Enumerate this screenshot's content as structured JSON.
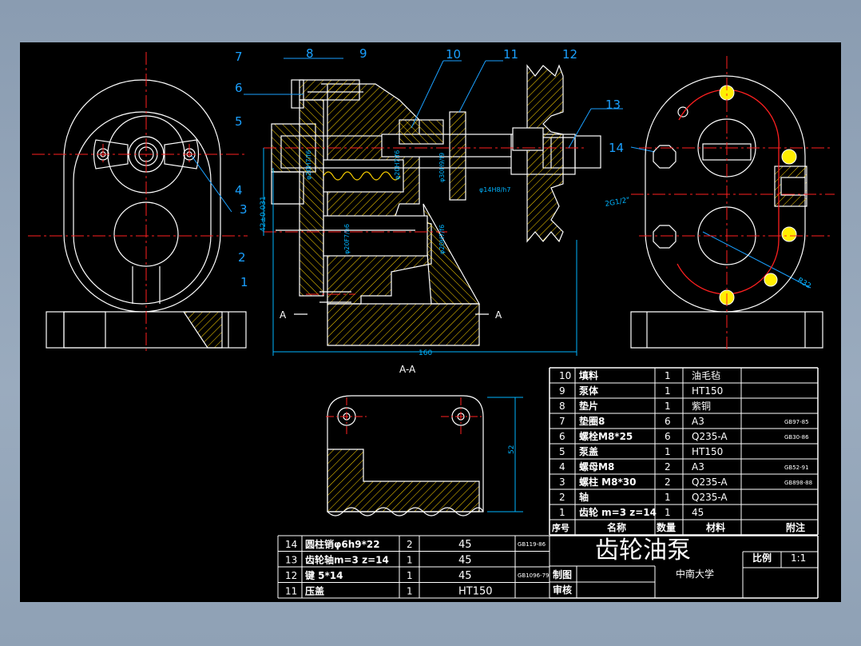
{
  "drawing": {
    "title": "齿轮油泵",
    "school": "中南大学",
    "scale_label": "比例",
    "scale_value": "1:1",
    "drawn_label": "制图",
    "checked_label": "审核",
    "section_label": "A-A",
    "section_mark": "A",
    "dim_160": "160",
    "dim_52": "52",
    "dim_42": "42±0.031",
    "dim_rc": "2G1/2\"",
    "dim_r32": "R32",
    "fits": [
      "φ20H7/f6",
      "φ20H7/f6",
      "φ30H9/f9",
      "φ14H8/h7",
      "φ20F7/h6",
      "φ20H7/f6"
    ]
  },
  "balloons": [
    "1",
    "2",
    "3",
    "4",
    "5",
    "6",
    "7",
    "8",
    "9",
    "10",
    "11",
    "12",
    "13",
    "14"
  ],
  "bom_header": {
    "no": "序号",
    "name": "名称",
    "qty": "数量",
    "material": "材料",
    "note": "附注"
  },
  "bom_upper": [
    {
      "no": "10",
      "name": "填料",
      "qty": "1",
      "material": "油毛毡",
      "note": ""
    },
    {
      "no": "9",
      "name": "泵体",
      "qty": "1",
      "material": "HT150",
      "note": ""
    },
    {
      "no": "8",
      "name": "垫片",
      "qty": "1",
      "material": "紫铜",
      "note": ""
    },
    {
      "no": "7",
      "name": "垫圈8",
      "qty": "6",
      "material": "A3",
      "note": "GB97-85"
    },
    {
      "no": "6",
      "name": "螺栓M8*25",
      "qty": "6",
      "material": "Q235-A",
      "note": "GB30-86"
    },
    {
      "no": "5",
      "name": "泵盖",
      "qty": "1",
      "material": "HT150",
      "note": ""
    },
    {
      "no": "4",
      "name": "螺母M8",
      "qty": "2",
      "material": "A3",
      "note": "GB52-91"
    },
    {
      "no": "3",
      "name": "螺柱 M8*30",
      "qty": "2",
      "material": "Q235-A",
      "note": "GB898-88"
    },
    {
      "no": "2",
      "name": "轴",
      "qty": "1",
      "material": "Q235-A",
      "note": ""
    },
    {
      "no": "1",
      "name": "齿轮 m=3 z=14",
      "qty": "1",
      "material": "45",
      "note": ""
    }
  ],
  "bom_lower": [
    {
      "no": "14",
      "name": "圆柱销φ6h9*22",
      "qty": "2",
      "material": "45",
      "note": "GB119-86"
    },
    {
      "no": "13",
      "name": "齿轮轴m=3 z=14",
      "qty": "1",
      "material": "45",
      "note": ""
    },
    {
      "no": "12",
      "name": "键 5*14",
      "qty": "1",
      "material": "45",
      "note": "GB1096-79"
    },
    {
      "no": "11",
      "name": "压盖",
      "qty": "1",
      "material": "HT150",
      "note": ""
    }
  ],
  "colors": {
    "line": "#ffffff",
    "center": "#ff2020",
    "dim": "#00b4ff",
    "balloon": "#1aa0ff",
    "hatch": "#ffd400",
    "pin": "#ffee00"
  }
}
